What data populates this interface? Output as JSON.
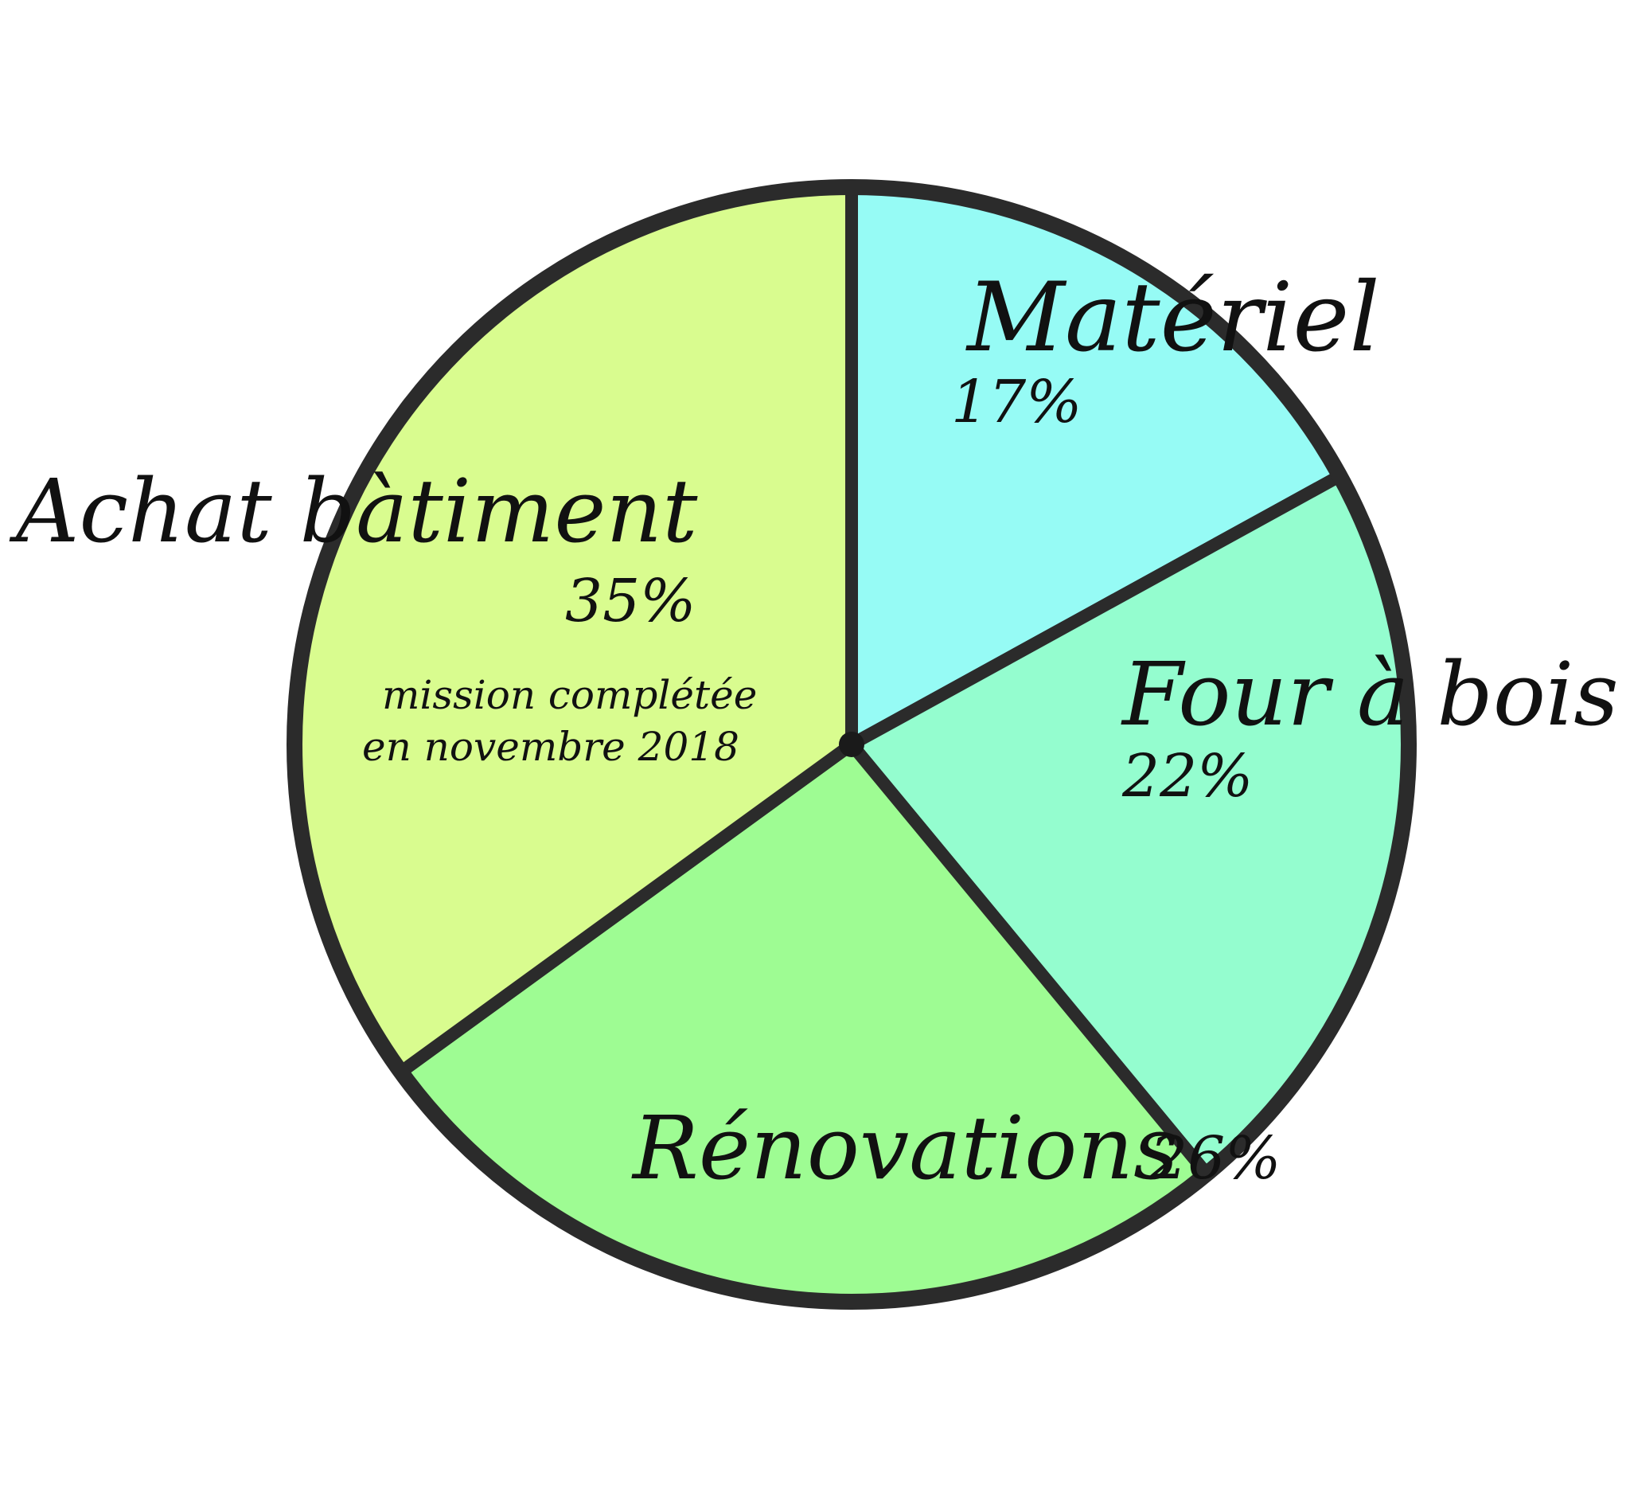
{
  "chart_data": {
    "type": "pie",
    "slices": [
      {
        "name": "Matériel",
        "value": 17,
        "value_label": "17%",
        "color": "#96fbf5"
      },
      {
        "name": "Four à bois",
        "value": 22,
        "value_label": "22%",
        "color": "#94fdcf"
      },
      {
        "name": "Rénovations",
        "value": 26,
        "value_label": "26%",
        "color": "#9efc93"
      },
      {
        "name": "Achat bàtiment",
        "value": 35,
        "value_label": "35%",
        "color": "#d9fc8f"
      }
    ],
    "annotations": [
      {
        "slice": "Achat bàtiment",
        "lines": [
          "mission complétée",
          "en novembre 2018"
        ]
      }
    ],
    "start": "top",
    "direction": "clockwise"
  }
}
